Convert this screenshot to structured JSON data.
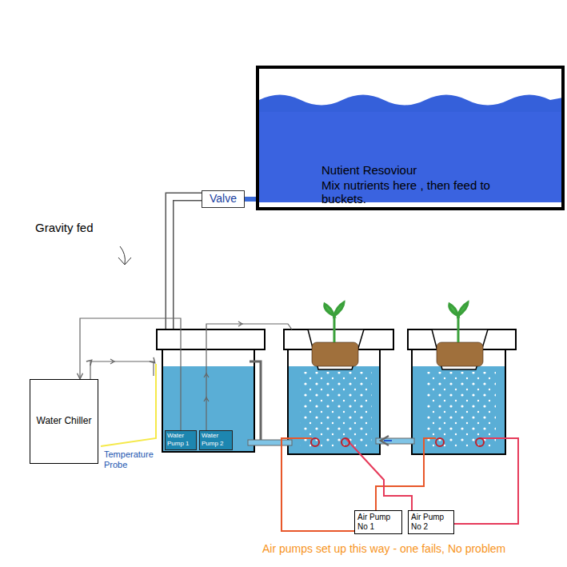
{
  "diagram": {
    "nodes": [
      {
        "text": [
          "Nutient Resoviour",
          "Mix nutrients here , then feed to buckets."
        ]
      },
      {
        "text": [
          "Valve"
        ]
      },
      {
        "text": [
          "Water Chiller"
        ]
      },
      {
        "text": [
          "Water Pump 1"
        ]
      },
      {
        "text": [
          "Water Pump 2"
        ]
      },
      {
        "text": [
          "Air Pump No 1"
        ]
      },
      {
        "text": [
          "Air Pump No 2"
        ]
      }
    ],
    "edges": [
      {
        "from": 0,
        "to": 1,
        "arrow": "none"
      },
      {
        "from": 3,
        "to": 2,
        "arrow": "to"
      }
    ],
    "labels": [
      "Gravity fed",
      "Temperature Probe",
      "Air pumps set up this way - one fails, No problem"
    ]
  }
}
